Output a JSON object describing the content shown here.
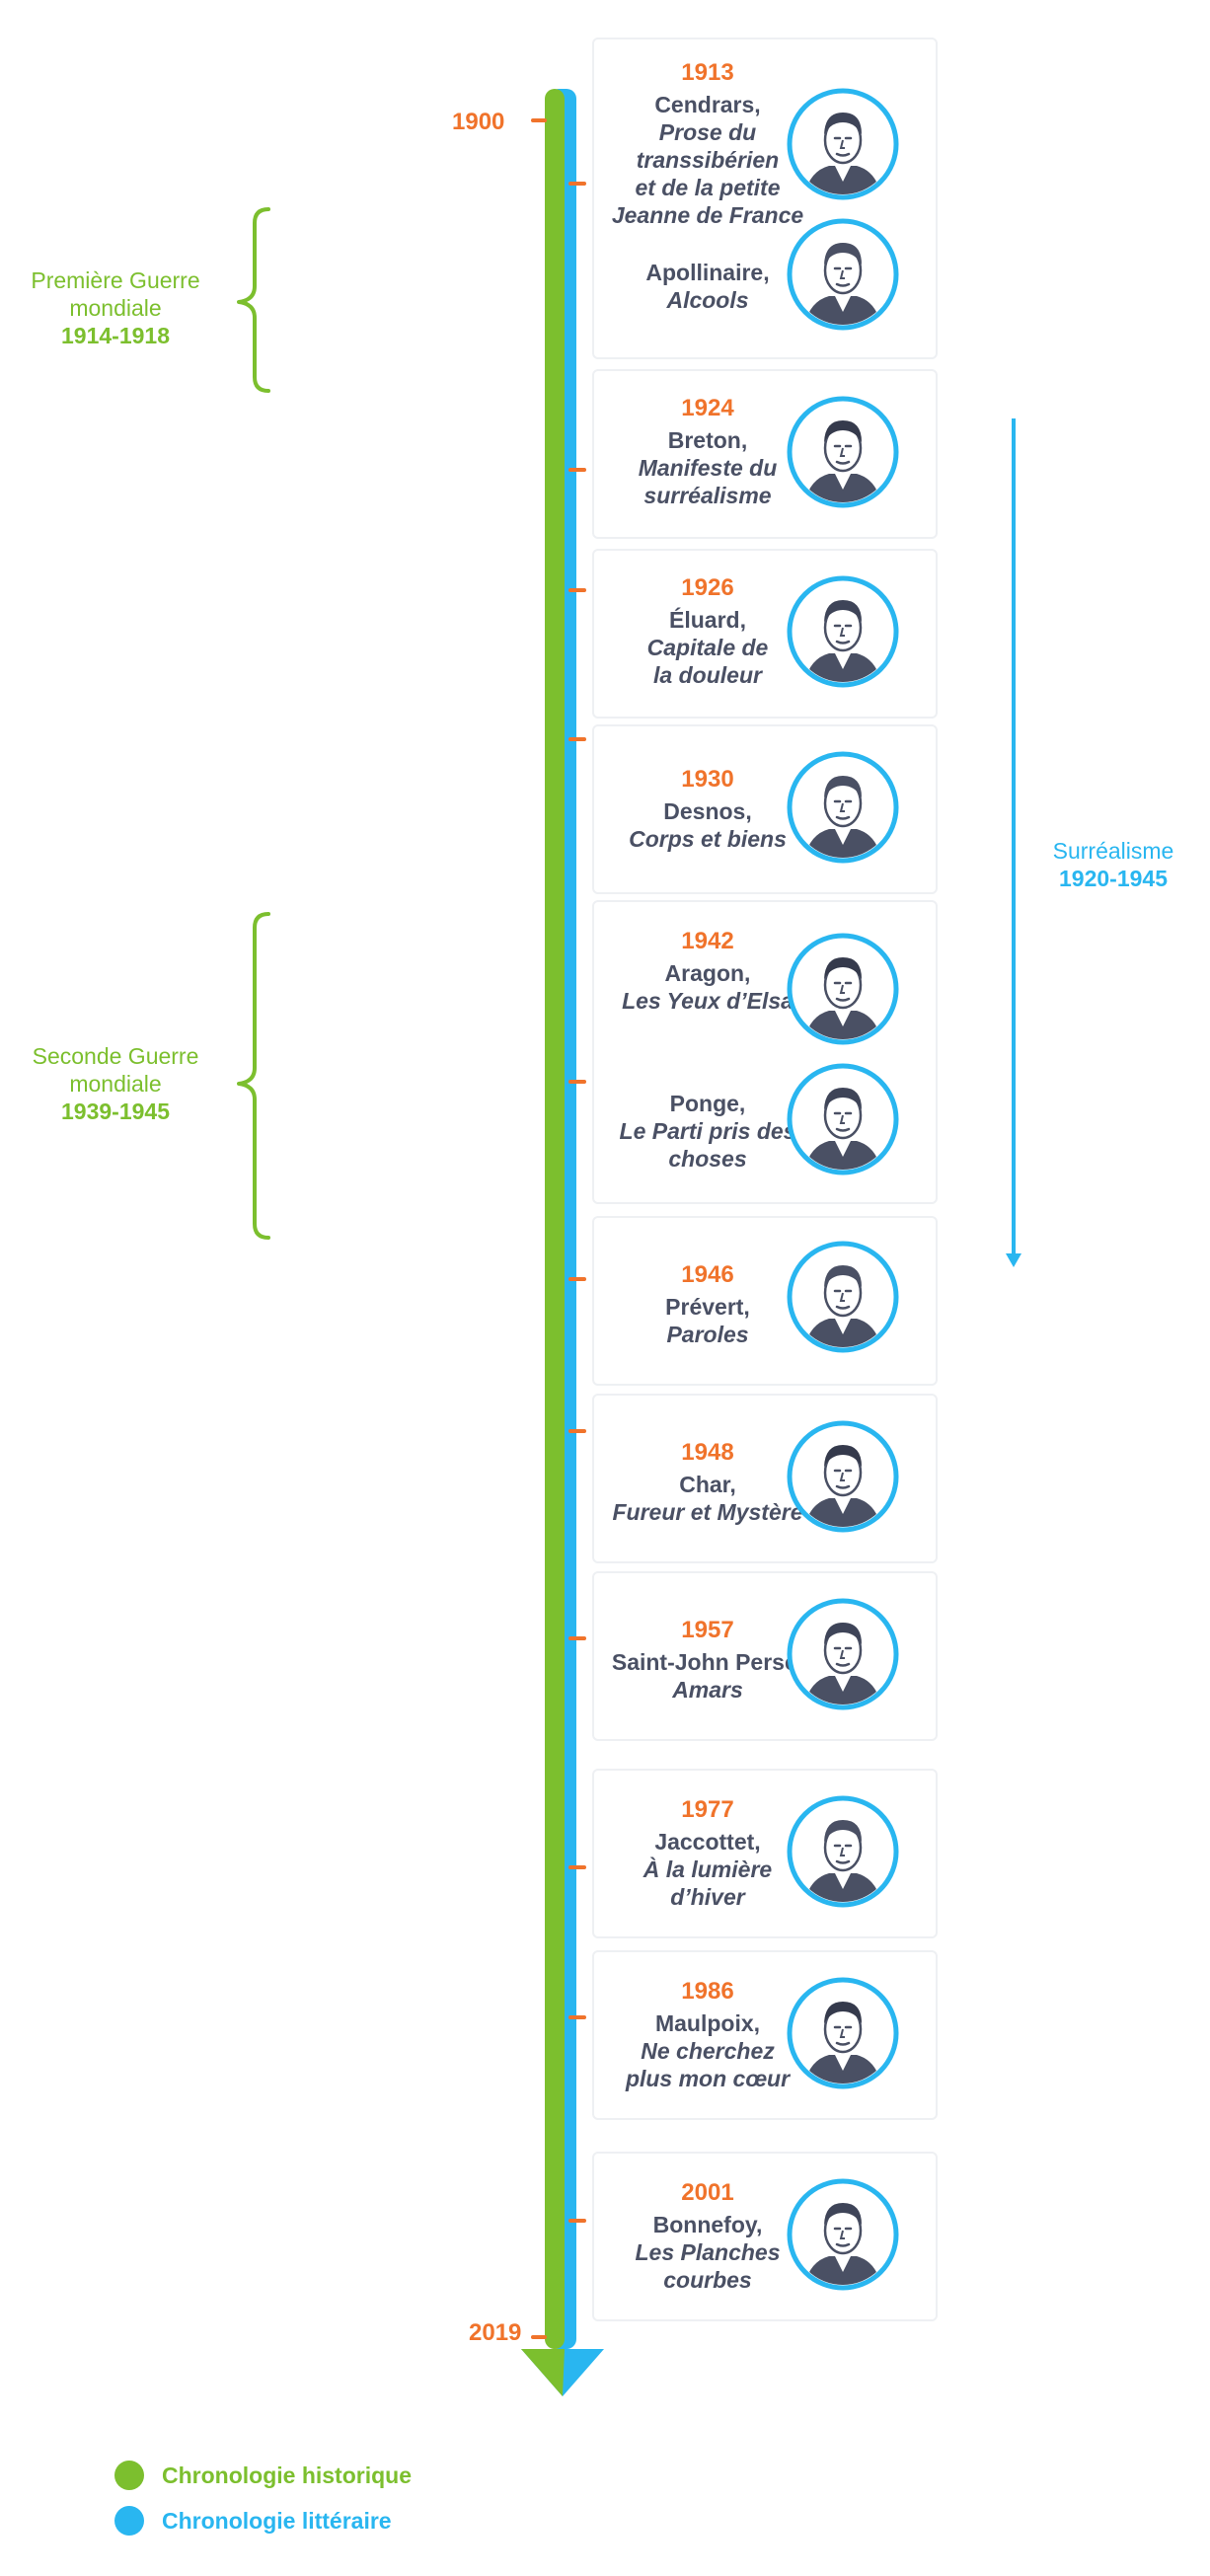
{
  "timeline": {
    "start_label": "1900",
    "end_label": "2019",
    "colors": {
      "historical": "#7cbf2e",
      "literary": "#29b6f0",
      "accent": "#f0732b",
      "text": "#4a5064"
    }
  },
  "periods": [
    {
      "line1": "Première Guerre",
      "line2": "mondiale",
      "years": "1914-1918"
    },
    {
      "line1": "Seconde Guerre",
      "line2": "mondiale",
      "years": "1939-1945"
    }
  ],
  "movement": {
    "name": "Surréalisme",
    "years": "1920-1945"
  },
  "cards": [
    {
      "entries": [
        {
          "year": "1913",
          "author": "Cendrars,",
          "work_lines": [
            "Prose du",
            "transsibérien",
            "et de la petite",
            "Jeanne de France"
          ],
          "portrait_icon": "cendrars-portrait-icon"
        },
        {
          "year": "",
          "author": "Apollinaire,",
          "work_lines": [
            "Alcools"
          ],
          "portrait_icon": "apollinaire-portrait-icon"
        }
      ]
    },
    {
      "entries": [
        {
          "year": "1924",
          "author": "Breton,",
          "work_lines": [
            "Manifeste du",
            "surréalisme"
          ],
          "portrait_icon": "breton-portrait-icon"
        }
      ]
    },
    {
      "entries": [
        {
          "year": "1926",
          "author": "Éluard,",
          "work_lines": [
            "Capitale de",
            "la douleur"
          ],
          "portrait_icon": "eluard-portrait-icon"
        }
      ]
    },
    {
      "entries": [
        {
          "year": "1930",
          "author": "Desnos,",
          "work_lines": [
            "Corps et biens"
          ],
          "portrait_icon": "desnos-portrait-icon"
        }
      ]
    },
    {
      "entries": [
        {
          "year": "1942",
          "author": "Aragon,",
          "work_lines": [
            "Les Yeux d’Elsa"
          ],
          "portrait_icon": "aragon-portrait-icon"
        },
        {
          "year": "",
          "author": "Ponge,",
          "work_lines": [
            "Le Parti pris des",
            "choses"
          ],
          "portrait_icon": "ponge-portrait-icon"
        }
      ]
    },
    {
      "entries": [
        {
          "year": "1946",
          "author": "Prévert,",
          "work_lines": [
            "Paroles"
          ],
          "portrait_icon": "prevert-portrait-icon"
        }
      ]
    },
    {
      "entries": [
        {
          "year": "1948",
          "author": "Char,",
          "work_lines": [
            "Fureur et Mystère"
          ],
          "portrait_icon": "char-portrait-icon"
        }
      ]
    },
    {
      "entries": [
        {
          "year": "1957",
          "author": "Saint-John Perse,",
          "work_lines": [
            "Amars"
          ],
          "portrait_icon": "saint-john-perse-portrait-icon"
        }
      ]
    },
    {
      "entries": [
        {
          "year": "1977",
          "author": "Jaccottet,",
          "work_lines": [
            "À la lumière",
            "d’hiver"
          ],
          "portrait_icon": "jaccottet-portrait-icon"
        }
      ]
    },
    {
      "entries": [
        {
          "year": "1986",
          "author": "Maulpoix,",
          "work_lines": [
            "Ne cherchez",
            "plus mon cœur"
          ],
          "portrait_icon": "maulpoix-portrait-icon"
        }
      ]
    },
    {
      "entries": [
        {
          "year": "2001",
          "author": "Bonnefoy,",
          "work_lines": [
            "Les Planches",
            "courbes"
          ],
          "portrait_icon": "bonnefoy-portrait-icon"
        }
      ]
    }
  ],
  "legend": [
    {
      "label": "Chronologie historique",
      "color": "#7cbf2e"
    },
    {
      "label": "Chronologie littéraire",
      "color": "#29b6f0"
    }
  ]
}
